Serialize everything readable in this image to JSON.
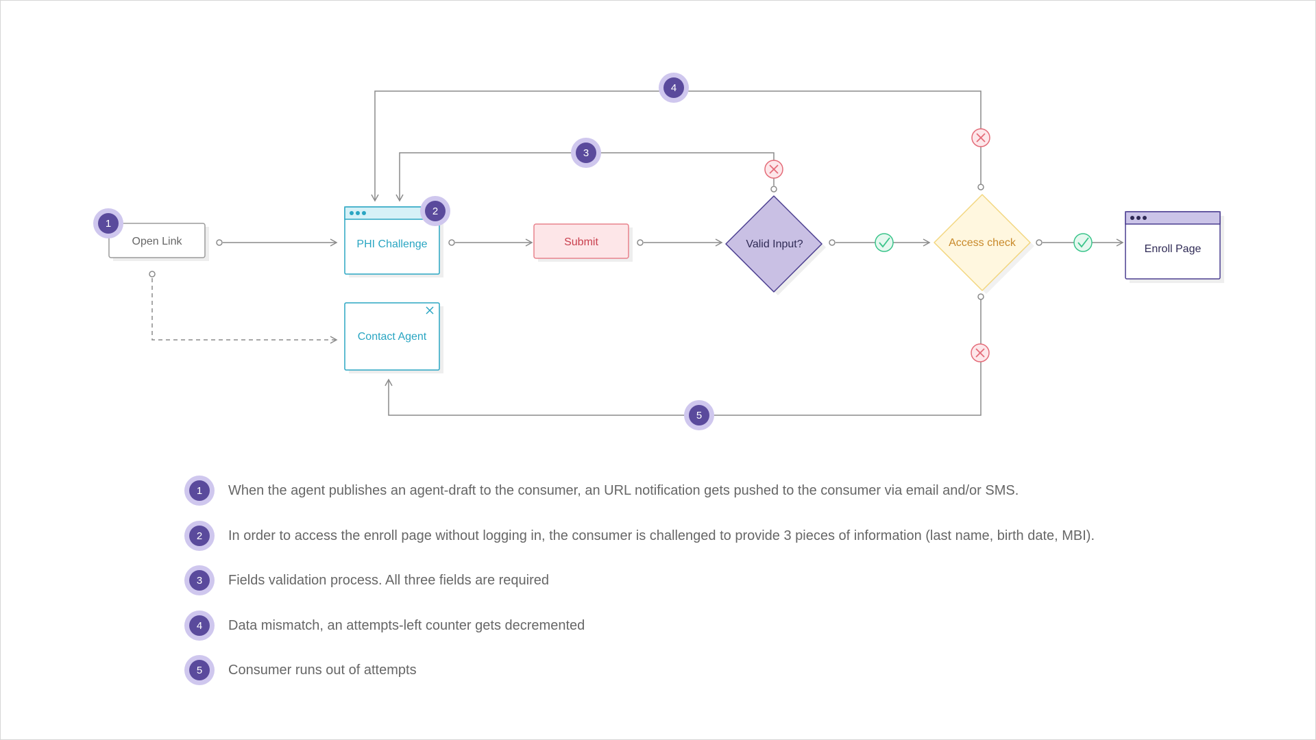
{
  "colors": {
    "badge_outer": "#cfc7ee",
    "badge_inner": "#5a4a9c",
    "connector": "#8a8a8a",
    "error_stroke": "#e46b78",
    "error_fill": "#fde7ea",
    "success_stroke": "#39c48a",
    "success_fill": "#e5f8ef",
    "teal": "#29a5c2",
    "submit_stroke": "#e8828c",
    "submit_fill": "#fde6e8",
    "submit_text": "#c9404e",
    "valid_fill": "#c9c0e4",
    "valid_stroke": "#4a3d8f",
    "access_fill": "#fff7df",
    "access_stroke": "#f3d67f",
    "access_text": "#c8892a",
    "enroll_stroke": "#4a3d8f",
    "enroll_bar": "#cbc4e8"
  },
  "nodes": {
    "open_link": "Open Link",
    "phi_challenge": "PHI Challenge",
    "contact_agent": "Contact Agent",
    "submit": "Submit",
    "valid_input": "Valid Input?",
    "access_check": "Access check",
    "enroll_page": "Enroll Page"
  },
  "badges": {
    "b1": "1",
    "b2": "2",
    "b3": "3",
    "b4": "4",
    "b5": "5"
  },
  "icons": {
    "error": "close-icon",
    "success": "check-icon",
    "window_dots": "ellipsis-icon"
  },
  "legend": [
    {
      "number": "1",
      "text": "When the agent publishes an agent-draft to the consumer, an URL notification gets pushed to the consumer via email and/or SMS."
    },
    {
      "number": "2",
      "text": "In order to access the enroll page without logging in, the consumer is challenged to provide 3 pieces of information (last name, birth date, MBI)."
    },
    {
      "number": "3",
      "text": "Fields validation process. All three fields are required"
    },
    {
      "number": "4",
      "text": "Data mismatch, an attempts-left counter gets decremented"
    },
    {
      "number": "5",
      "text": "Consumer runs out of attempts"
    }
  ]
}
